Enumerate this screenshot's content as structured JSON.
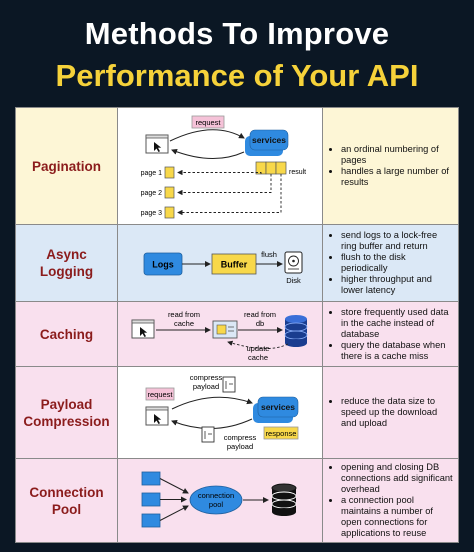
{
  "title": {
    "line1": "Methods To Improve",
    "line2": "Performance of Your API"
  },
  "colors": {
    "background": "#0b1724",
    "title_white": "#ffffff",
    "title_yellow": "#f6d23a",
    "method_name": "#8b1c1c",
    "row_yellow": "#fdf6d6",
    "row_blue": "#dbe8f6",
    "row_pink": "#f9e0ee",
    "node_blue": "#2f8ae0",
    "node_yellow": "#f8d84a",
    "node_pink": "#f5c2d8"
  },
  "rows": [
    {
      "name": "Pagination",
      "diagram": {
        "request": "request",
        "services": "services",
        "result": "result",
        "page1": "page 1",
        "page2": "page 2",
        "page3": "page 3"
      },
      "bullets": [
        "an ordinal numbering of pages",
        "handles a large number of results"
      ]
    },
    {
      "name": "Async Logging",
      "diagram": {
        "logs": "Logs",
        "buffer": "Buffer",
        "flush": "flush",
        "disk": "Disk"
      },
      "bullets": [
        "send logs to a lock-free ring buffer and return",
        "flush to the disk periodically",
        "higher throughput and lower latency"
      ]
    },
    {
      "name": "Caching",
      "diagram": {
        "read_cache_1": "read from",
        "read_cache_2": "cache",
        "read_db_1": "read from",
        "read_db_2": "db",
        "update_1": "update",
        "update_2": "cache"
      },
      "bullets": [
        "store frequently used data in the cache instead of database",
        "query the database when there is a cache miss"
      ]
    },
    {
      "name": "Payload Compression",
      "diagram": {
        "compress_1": "compress",
        "compress_2": "payload",
        "request": "request",
        "services": "services",
        "response": "response"
      },
      "bullets": [
        "reduce the data size to speed up the download and upload"
      ]
    },
    {
      "name": "Connection Pool",
      "diagram": {
        "pool_1": "connection",
        "pool_2": "pool"
      },
      "bullets": [
        "opening and closing DB connections add significant overhead",
        "a connection pool maintains a number of open connections for applications to reuse"
      ]
    }
  ]
}
